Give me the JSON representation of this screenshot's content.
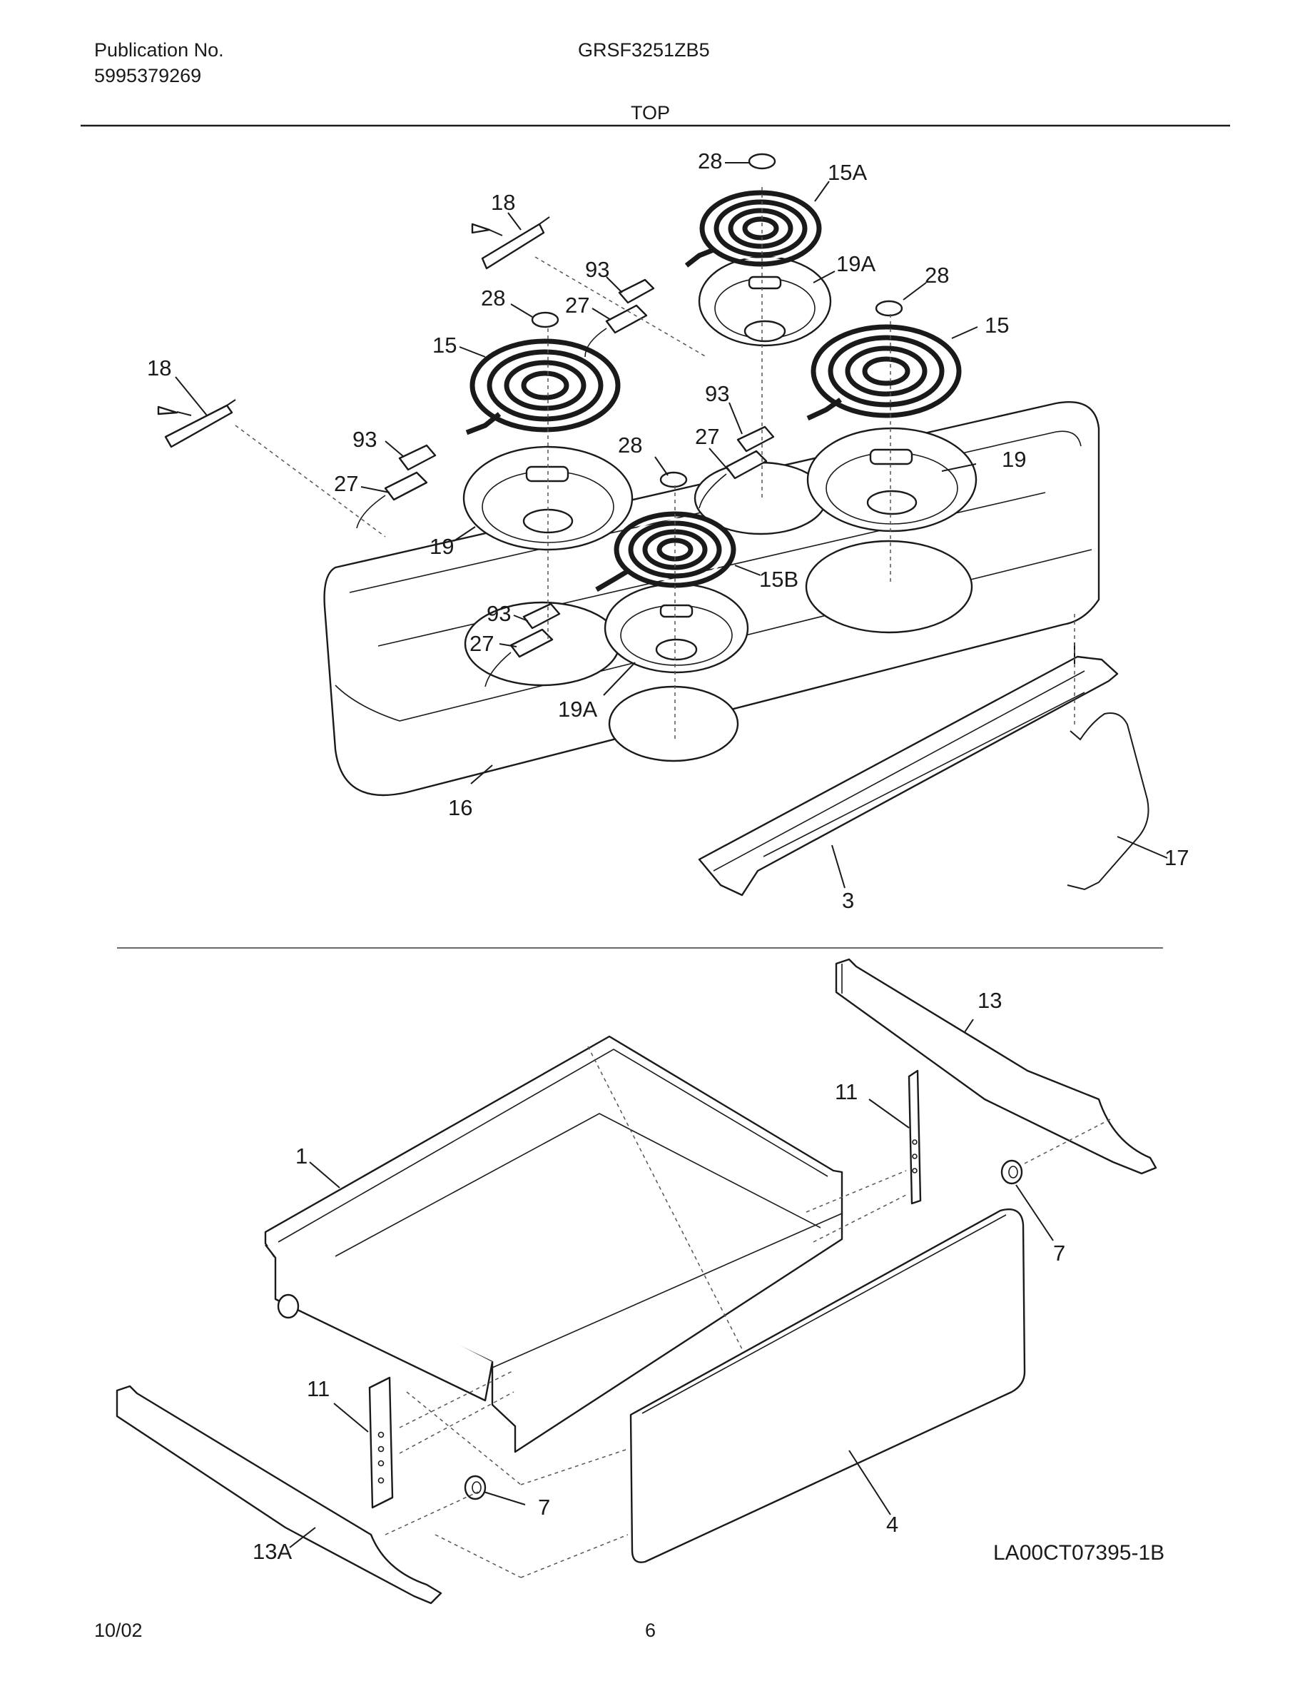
{
  "header": {
    "publication_label": "Publication No.",
    "publication_number": "5995379269",
    "model": "GRSF3251ZB5",
    "section_title": "TOP"
  },
  "callouts": {
    "c28_top": "28",
    "c15A": "15A",
    "c18_upper": "18",
    "c93_a": "93",
    "c19A_top": "19A",
    "c28_right": "28",
    "c28_left": "28",
    "c27_a": "27",
    "c15_right": "15",
    "c15_left": "15",
    "c18_left": "18",
    "c93_b": "93",
    "c27_b": "27",
    "c28_center": "28",
    "c93_c": "93",
    "c27_c": "27",
    "c19_right": "19",
    "c19_left": "19",
    "c15B": "15B",
    "c93_d": "93",
    "c27_d": "27",
    "c19A_bottom": "19A",
    "c16": "16",
    "c17": "17",
    "c3": "3",
    "c13": "13",
    "c11_upper": "11",
    "c1": "1",
    "c7_right": "7",
    "c11_lower": "11",
    "c7_lower": "7",
    "c4": "4",
    "c13A": "13A"
  },
  "footer": {
    "drawing_code": "LA00CT07395-1B",
    "date": "10/02",
    "page_number": "6"
  }
}
